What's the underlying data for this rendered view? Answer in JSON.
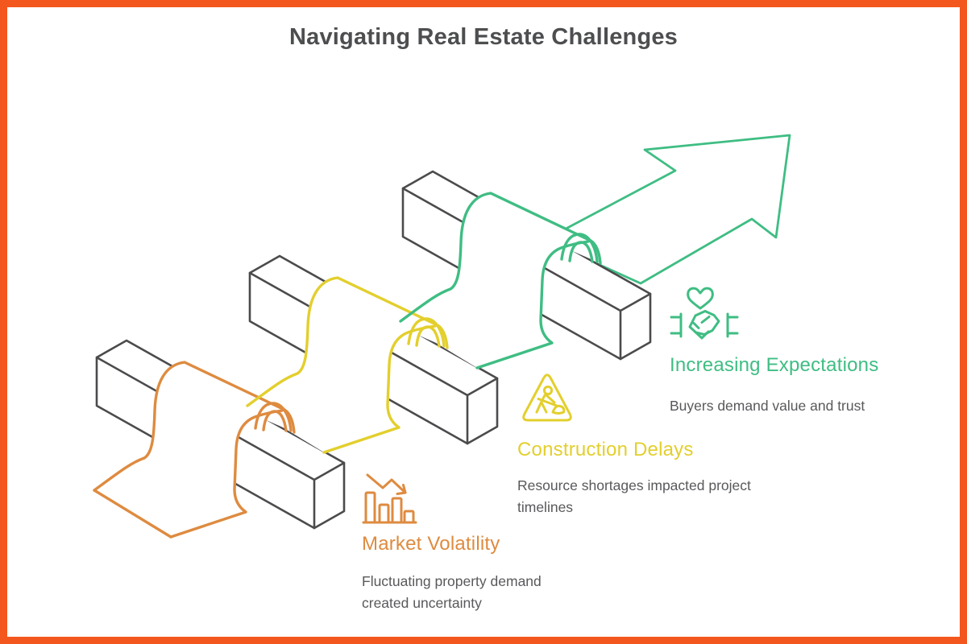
{
  "title": "Navigating Real Estate Challenges",
  "colors": {
    "frame": "#F4571D",
    "ink": "#4B4B4D",
    "title_text": "#4D4E50",
    "body_text": "#58595C",
    "background": "#FFFFFF"
  },
  "challenges": [
    {
      "name": "Market Volatility",
      "description": "Fluctuating property demand created uncertainty",
      "color": "#DE8B40",
      "icon": "declining-bar-chart-icon"
    },
    {
      "name": "Construction Delays",
      "description": "Resource shortages impacted project timelines",
      "color": "#E3CF2D",
      "icon": "construction-worker-warning-icon"
    },
    {
      "name": "Increasing Expectations",
      "description": "Buyers demand value and trust",
      "color": "#3FBD83",
      "icon": "heart-handshake-icon"
    }
  ],
  "diagram": {
    "arrow": "growth-arrow",
    "obstacle_count": 3
  }
}
